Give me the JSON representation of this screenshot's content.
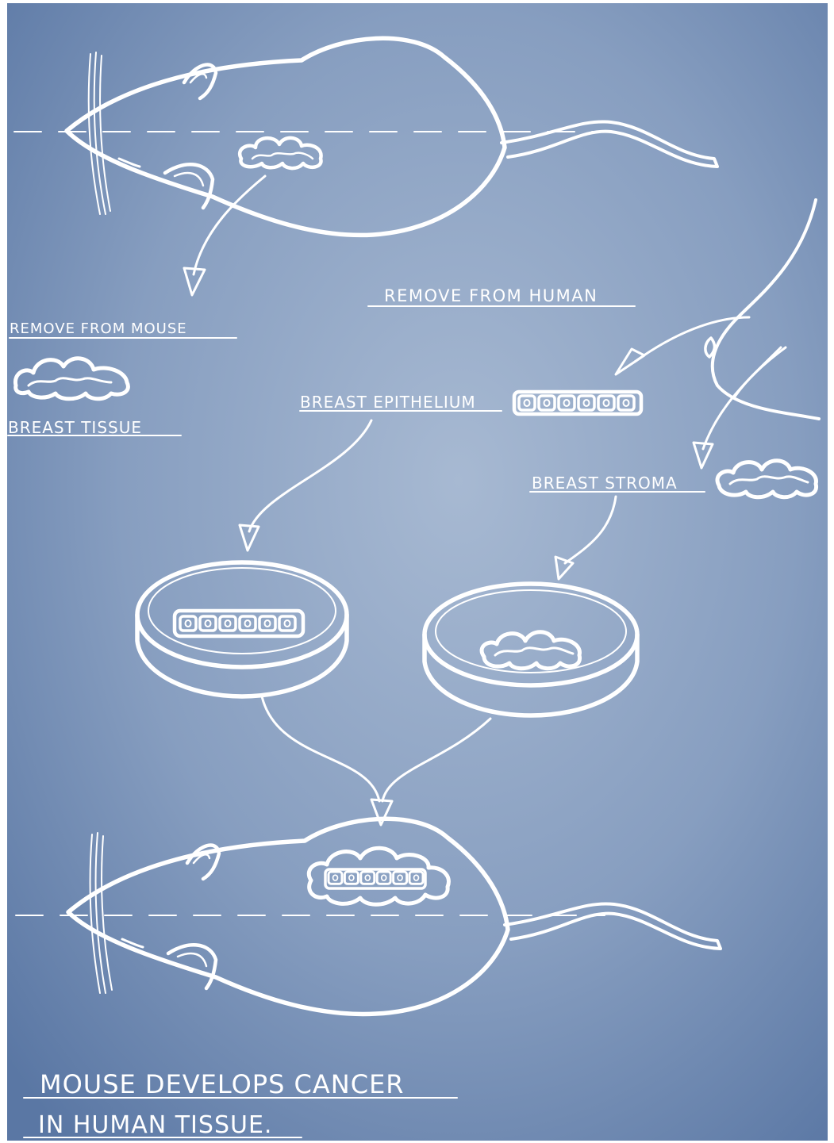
{
  "labels": {
    "remove_from_human": "REMOVE FROM HUMAN",
    "remove_from_mouse": "REMOVE FROM MOUSE",
    "breast_tissue": "BREAST TISSUE",
    "breast_epithelium": "BREAST EPITHELIUM",
    "breast_stroma": "BREAST STROMA",
    "result_line1": "MOUSE DEVELOPS CANCER",
    "result_line2": "IN HUMAN TISSUE."
  },
  "colors": {
    "background_light": "#9fb3cd",
    "background_dark": "#5d7ba8",
    "chalk": "#ffffff"
  }
}
